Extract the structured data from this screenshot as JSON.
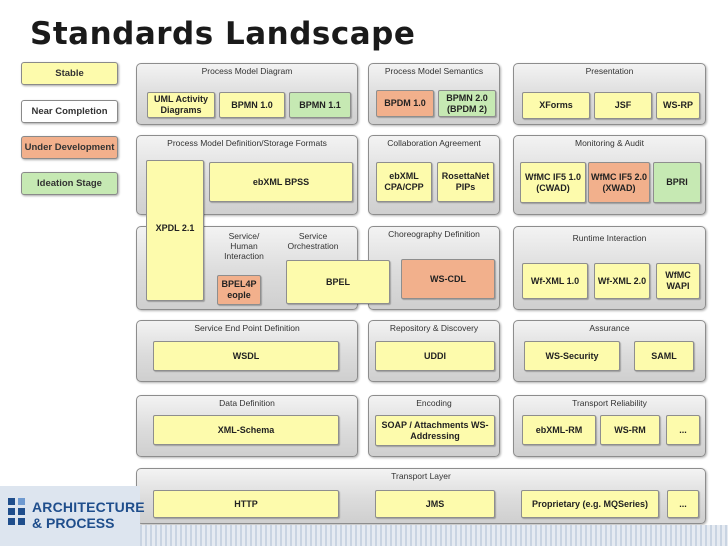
{
  "title": "Standards Landscape",
  "legend": {
    "stable": "Stable",
    "near_completion": "Near Completion",
    "under_development": "Under Development",
    "ideation_stage": "Ideation Stage"
  },
  "colors": {
    "stable": "#fdfbac",
    "near_completion": "#c6e9b3",
    "under_development": "#f2b08c",
    "ideation_stage": "#c6e9b3"
  },
  "panels": {
    "pmd": {
      "title": "Process Model Diagram",
      "items": [
        "UML Activity Diagrams",
        "BPMN 1.0",
        "BPMN 1.1"
      ]
    },
    "pms": {
      "title": "Process Model Semantics",
      "items": [
        "BPDM 1.0",
        "BPMN 2.0 (BPDM 2)"
      ]
    },
    "pres": {
      "title": "Presentation",
      "items": [
        "XForms",
        "JSF",
        "WS-RP"
      ]
    },
    "pmdsf": {
      "title": "Process Model Definition/Storage Formats",
      "items": [
        "ebXML BPSS"
      ]
    },
    "collab": {
      "title": "Collaboration Agreement",
      "items": [
        "ebXML CPA/CPP",
        "RosettaNet PIPs"
      ]
    },
    "monitor": {
      "title": "Monitoring & Audit",
      "items": [
        "WfMC IF5 1.0 (CWAD)",
        "WfMC IF5 2.0 (XWAD)",
        "BPRI"
      ]
    },
    "exec": {
      "service_human": "Service/ Human Interaction",
      "service_orch": "Service Orchestration",
      "xpdl": "XPDL 2.1",
      "bpel4people": "BPEL4P eople",
      "bpel": "BPEL"
    },
    "choreo": {
      "title": "Choreography Definition",
      "items": [
        "WS-CDL"
      ]
    },
    "runtime": {
      "title": "Runtime Interaction",
      "items": [
        "Wf-XML 1.0",
        "Wf-XML 2.0",
        "WfMC WAPI"
      ]
    },
    "sepd": {
      "title": "Service End Point Definition",
      "items": [
        "WSDL"
      ]
    },
    "repo": {
      "title": "Repository & Discovery",
      "items": [
        "UDDI"
      ]
    },
    "assurance": {
      "title": "Assurance",
      "items": [
        "WS-Security",
        "SAML"
      ]
    },
    "datadef": {
      "title": "Data Definition",
      "items": [
        "XML-Schema"
      ]
    },
    "encoding": {
      "title": "Encoding",
      "items": [
        "SOAP / Attachments WS-Addressing"
      ]
    },
    "transrel": {
      "title": "Transport Reliability",
      "items": [
        "ebXML-RM",
        "WS-RM",
        "..."
      ]
    },
    "transport": {
      "title": "Transport Layer",
      "items": [
        "HTTP",
        "JMS",
        "Proprietary (e.g. MQSeries)",
        "..."
      ]
    }
  },
  "logo": {
    "line1": "ARCHITECTURE",
    "line2": "& PROCESS"
  }
}
